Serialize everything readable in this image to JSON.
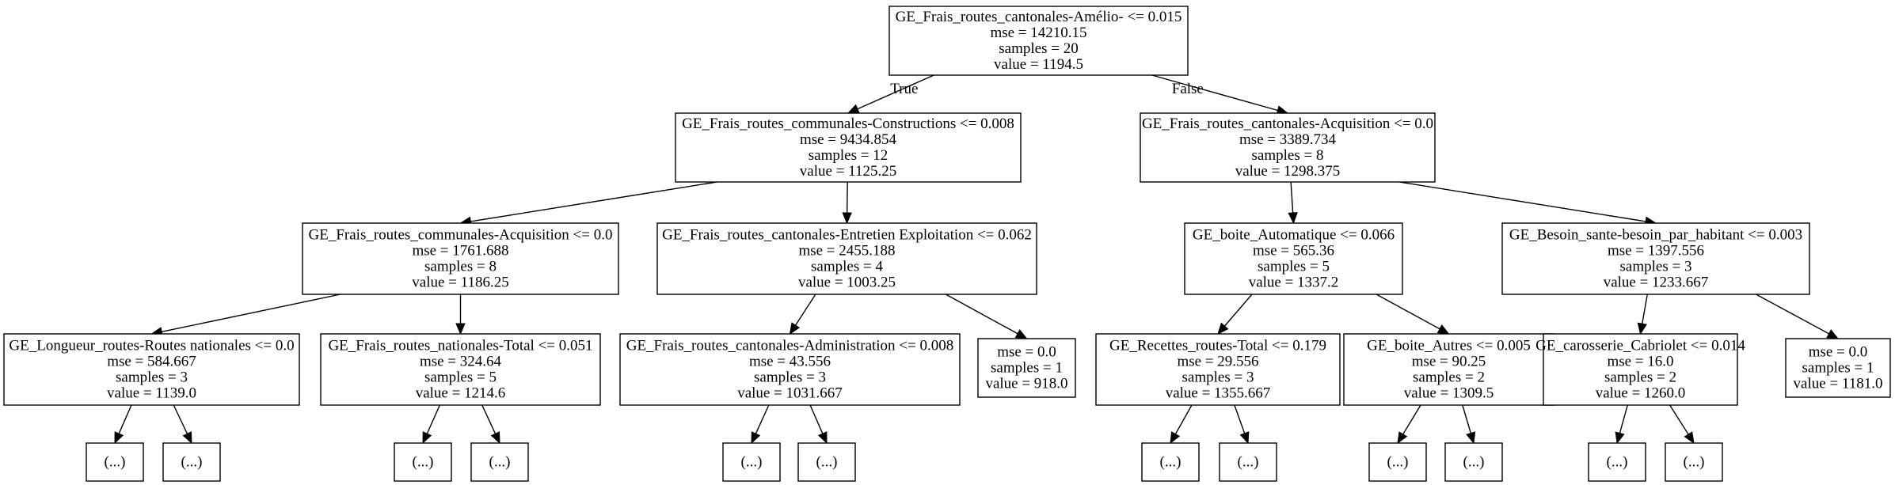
{
  "nodes": [
    {
      "id": "n0",
      "lines": [
        "GE_Frais_routes_cantonales-Amélio- <= 0.015",
        "mse = 14210.15",
        "samples = 20",
        "value = 1194.5"
      ]
    },
    {
      "id": "n1",
      "lines": [
        "GE_Frais_routes_communales-Constructions <= 0.008",
        "mse = 9434.854",
        "samples = 12",
        "value = 1125.25"
      ]
    },
    {
      "id": "n2",
      "lines": [
        "GE_Frais_routes_cantonales-Acquisition <= 0.0",
        "mse = 3389.734",
        "samples = 8",
        "value = 1298.375"
      ]
    },
    {
      "id": "n3",
      "lines": [
        "GE_Frais_routes_communales-Acquisition <= 0.0",
        "mse = 1761.688",
        "samples = 8",
        "value = 1186.25"
      ]
    },
    {
      "id": "n4",
      "lines": [
        "GE_Frais_routes_cantonales-Entretien Exploitation <= 0.062",
        "mse = 2455.188",
        "samples = 4",
        "value = 1003.25"
      ]
    },
    {
      "id": "n5",
      "lines": [
        "GE_boite_Automatique <= 0.066",
        "mse = 565.36",
        "samples = 5",
        "value = 1337.2"
      ]
    },
    {
      "id": "n6",
      "lines": [
        "GE_Besoin_sante-besoin_par_habitant <= 0.003",
        "mse = 1397.556",
        "samples = 3",
        "value = 1233.667"
      ]
    },
    {
      "id": "n7",
      "lines": [
        "GE_Longueur_routes-Routes nationales <= 0.0",
        "mse = 584.667",
        "samples = 3",
        "value = 1139.0"
      ]
    },
    {
      "id": "n8",
      "lines": [
        "GE_Frais_routes_nationales-Total <= 0.051",
        "mse = 324.64",
        "samples = 5",
        "value = 1214.6"
      ]
    },
    {
      "id": "n9",
      "lines": [
        "GE_Frais_routes_cantonales-Administration <= 0.008",
        "mse = 43.556",
        "samples = 3",
        "value = 1031.667"
      ]
    },
    {
      "id": "n10",
      "lines": [
        "mse = 0.0",
        "samples = 1",
        "value = 918.0"
      ]
    },
    {
      "id": "n11",
      "lines": [
        "GE_Recettes_routes-Total <= 0.179",
        "mse = 29.556",
        "samples = 3",
        "value = 1355.667"
      ]
    },
    {
      "id": "n12",
      "lines": [
        "GE_boite_Autres <= 0.005",
        "mse = 90.25",
        "samples = 2",
        "value = 1309.5"
      ]
    },
    {
      "id": "n13",
      "lines": [
        "GE_carosserie_Cabriolet <= 0.014",
        "mse = 16.0",
        "samples = 2",
        "value = 1260.0"
      ]
    },
    {
      "id": "n14",
      "lines": [
        "mse = 0.0",
        "samples = 1",
        "value = 1181.0"
      ]
    },
    {
      "id": "t1",
      "lines": [
        "(...)"
      ]
    },
    {
      "id": "t2",
      "lines": [
        "(...)"
      ]
    },
    {
      "id": "t3",
      "lines": [
        "(...)"
      ]
    },
    {
      "id": "t4",
      "lines": [
        "(...)"
      ]
    },
    {
      "id": "t5",
      "lines": [
        "(...)"
      ]
    },
    {
      "id": "t6",
      "lines": [
        "(...)"
      ]
    },
    {
      "id": "t7",
      "lines": [
        "(...)"
      ]
    },
    {
      "id": "t8",
      "lines": [
        "(...)"
      ]
    },
    {
      "id": "t9",
      "lines": [
        "(...)"
      ]
    },
    {
      "id": "t10",
      "lines": [
        "(...)"
      ]
    },
    {
      "id": "t11",
      "lines": [
        "(...)"
      ]
    },
    {
      "id": "t12",
      "lines": [
        "(...)"
      ]
    }
  ],
  "edges": [
    {
      "from": "n0",
      "to": "n1",
      "label": "True"
    },
    {
      "from": "n0",
      "to": "n2",
      "label": "False"
    },
    {
      "from": "n1",
      "to": "n3",
      "label": ""
    },
    {
      "from": "n1",
      "to": "n4",
      "label": ""
    },
    {
      "from": "n2",
      "to": "n5",
      "label": ""
    },
    {
      "from": "n2",
      "to": "n6",
      "label": ""
    },
    {
      "from": "n3",
      "to": "n7",
      "label": ""
    },
    {
      "from": "n3",
      "to": "n8",
      "label": ""
    },
    {
      "from": "n4",
      "to": "n9",
      "label": ""
    },
    {
      "from": "n4",
      "to": "n10",
      "label": ""
    },
    {
      "from": "n5",
      "to": "n11",
      "label": ""
    },
    {
      "from": "n5",
      "to": "n12",
      "label": ""
    },
    {
      "from": "n6",
      "to": "n13",
      "label": ""
    },
    {
      "from": "n6",
      "to": "n14",
      "label": ""
    },
    {
      "from": "n7",
      "to": "t1",
      "label": ""
    },
    {
      "from": "n7",
      "to": "t2",
      "label": ""
    },
    {
      "from": "n8",
      "to": "t3",
      "label": ""
    },
    {
      "from": "n8",
      "to": "t4",
      "label": ""
    },
    {
      "from": "n9",
      "to": "t5",
      "label": ""
    },
    {
      "from": "n9",
      "to": "t6",
      "label": ""
    },
    {
      "from": "n11",
      "to": "t7",
      "label": ""
    },
    {
      "from": "n11",
      "to": "t8",
      "label": ""
    },
    {
      "from": "n12",
      "to": "t9",
      "label": ""
    },
    {
      "from": "n12",
      "to": "t10",
      "label": ""
    },
    {
      "from": "n13",
      "to": "t11",
      "label": ""
    },
    {
      "from": "n13",
      "to": "t12",
      "label": ""
    }
  ]
}
